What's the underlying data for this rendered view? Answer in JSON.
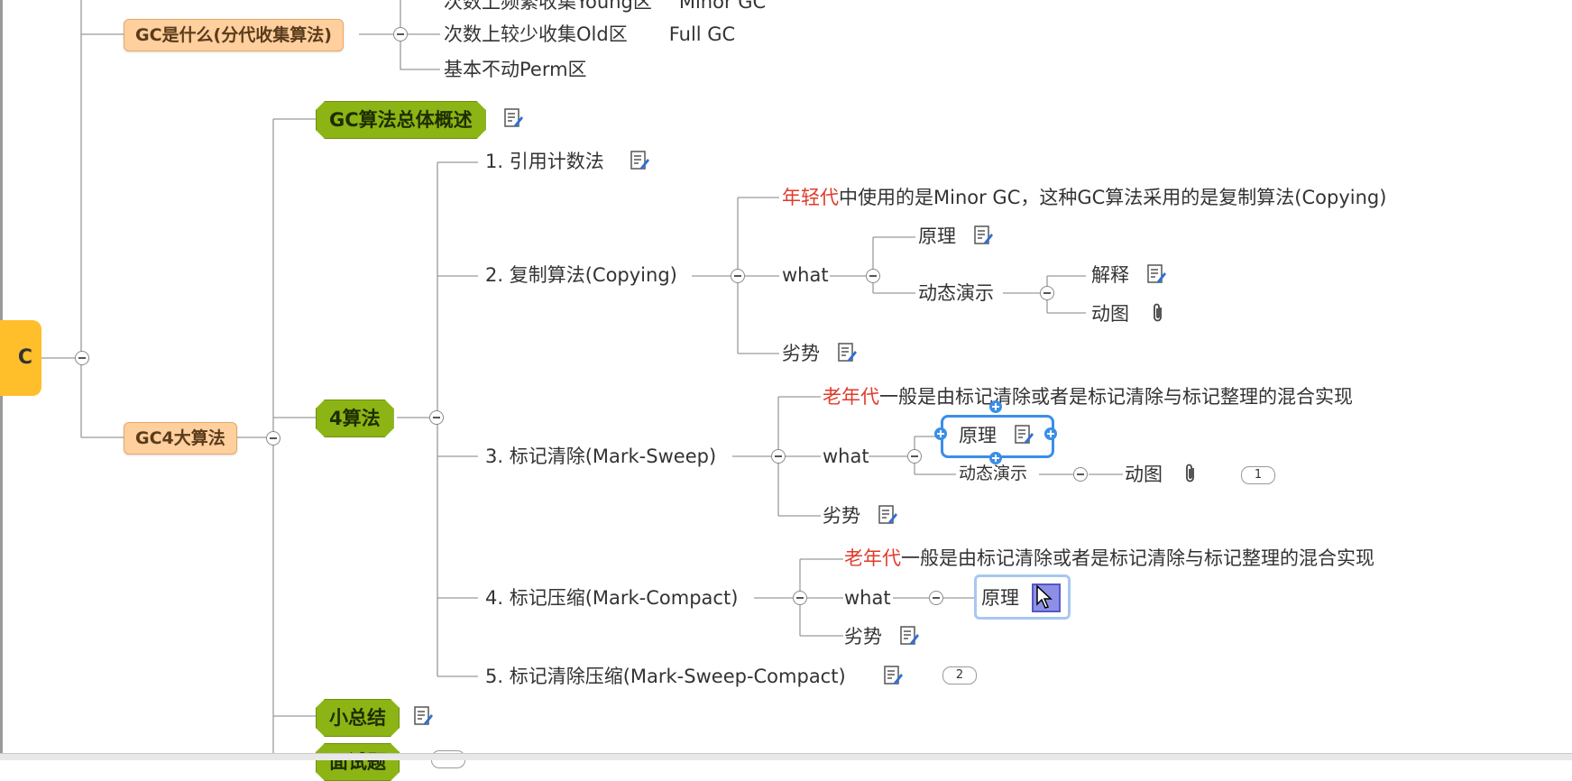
{
  "root": {
    "label": "C"
  },
  "branch1": {
    "label": "GC是什么(分代收集算法)",
    "items": [
      {
        "label": "次数上频繁收集Young区",
        "detail": "Minor GC"
      },
      {
        "label": "次数上较少收集Old区",
        "detail": "Full GC"
      },
      {
        "label": "基本不动Perm区"
      }
    ]
  },
  "branch2": {
    "label": "GC4大算法",
    "children": {
      "overview": "GC算法总体概述",
      "algorithms": "4算法",
      "summary": "小总结",
      "interview": "面试题"
    }
  },
  "algorithms": {
    "a1": {
      "label": "1. 引用计数法"
    },
    "a2": {
      "label": "2. 复制算法(Copying)",
      "desc_red": "年轻代",
      "desc_rest": "中使用的是Minor GC，这种GC算法采用的是复制算法(Copying)",
      "what": "what",
      "principle": "原理",
      "demo": "动态演示",
      "explain": "解释",
      "gif": "动图",
      "weakness": "劣势"
    },
    "a3": {
      "label": "3. 标记清除(Mark-Sweep)",
      "desc_red": "老年代",
      "desc_rest": "一般是由标记清除或者是标记清除与标记整理的混合实现",
      "what": "what",
      "principle": "原理",
      "demo": "动态演示",
      "gif": "动图",
      "gif_badge": "1",
      "weakness": "劣势"
    },
    "a4": {
      "label": "4. 标记压缩(Mark-Compact)",
      "desc_red": "老年代",
      "desc_rest": "一般是由标记清除或者是标记清除与标记整理的混合实现",
      "what": "what",
      "principle": "原理",
      "weakness": "劣势"
    },
    "a5": {
      "label": "5. 标记清除压缩(Mark-Sweep-Compact)",
      "badge": "2"
    }
  },
  "colors": {
    "root": "#ffbf2a",
    "orange_topic": "#ffcf9e",
    "green_topic": "#8cb414",
    "red_text": "#e03a2a",
    "selection": "#3a8ee8"
  },
  "icons": [
    "note-icon",
    "attachment-icon",
    "collapse-icon",
    "cursor-icon"
  ]
}
